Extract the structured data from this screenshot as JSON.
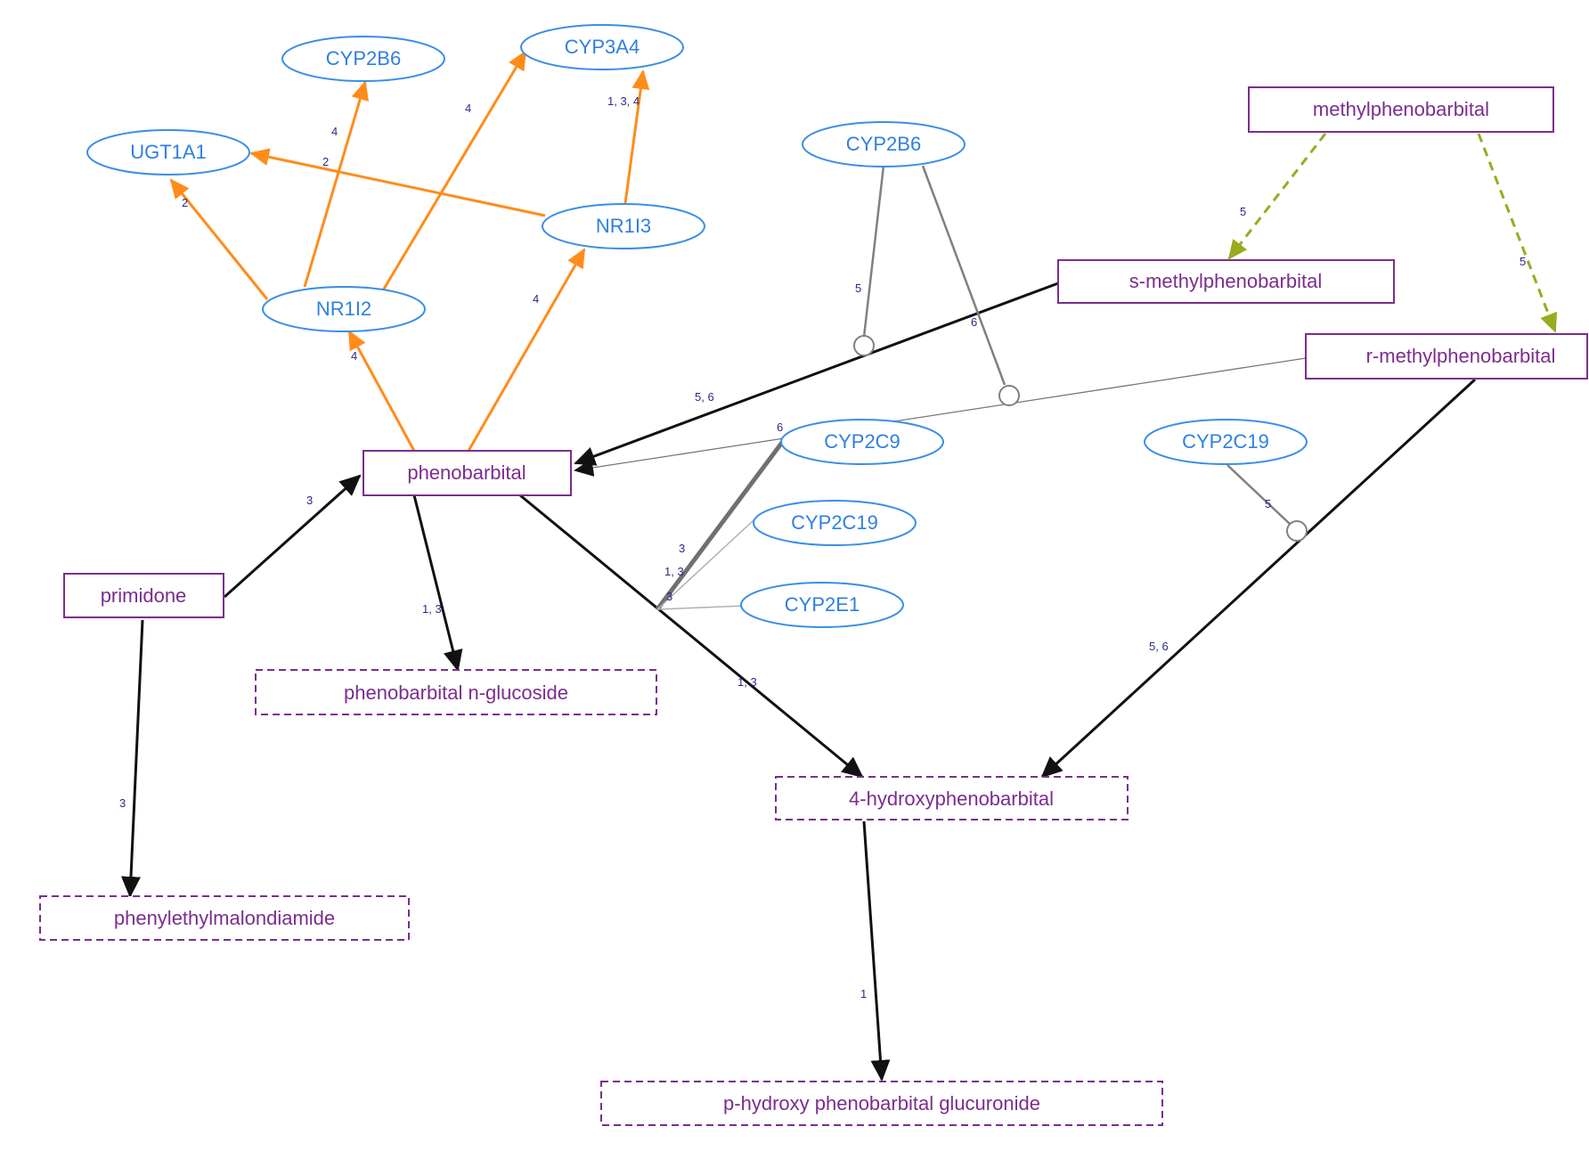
{
  "colors": {
    "gene_stroke": "#3a8ee6",
    "gene_text": "#2f80e0",
    "chem_stroke": "#7b2d8e",
    "chem_text": "#7b2d8e",
    "edge_black": "#111111",
    "edge_orange": "#ff8c1a",
    "edge_olive": "#9aab1f",
    "edge_gray": "#808080",
    "edge_lightgray": "#a8a8a8",
    "edge_label": "#2a2a8a"
  },
  "nodes": [
    {
      "id": "cyp2b6_top",
      "label": "CYP2B6",
      "kind": "gene"
    },
    {
      "id": "cyp3a4",
      "label": "CYP3A4",
      "kind": "gene"
    },
    {
      "id": "ugt1a1",
      "label": "UGT1A1",
      "kind": "gene"
    },
    {
      "id": "nr1i3",
      "label": "NR1I3",
      "kind": "gene"
    },
    {
      "id": "nr1i2",
      "label": "NR1I2",
      "kind": "gene"
    },
    {
      "id": "cyp2b6_mid",
      "label": "CYP2B6",
      "kind": "gene"
    },
    {
      "id": "cyp2c9",
      "label": "CYP2C9",
      "kind": "gene"
    },
    {
      "id": "cyp2c19_a",
      "label": "CYP2C19",
      "kind": "gene"
    },
    {
      "id": "cyp2e1",
      "label": "CYP2E1",
      "kind": "gene"
    },
    {
      "id": "cyp2c19_b",
      "label": "CYP2C19",
      "kind": "gene"
    },
    {
      "id": "methylphenobarbital",
      "label": "methylphenobarbital",
      "kind": "chem"
    },
    {
      "id": "s_methyl",
      "label": "s-methylphenobarbital",
      "kind": "chem"
    },
    {
      "id": "r_methyl",
      "label": "r-methylphenobarbital",
      "kind": "chem"
    },
    {
      "id": "phenobarbital",
      "label": "phenobarbital",
      "kind": "chem"
    },
    {
      "id": "primidone",
      "label": "primidone",
      "kind": "chem"
    },
    {
      "id": "pb_nglucoside",
      "label": "phenobarbital n-glucoside",
      "kind": "chem-dashed"
    },
    {
      "id": "hydroxy_pb",
      "label": "4-hydroxyphenobarbital",
      "kind": "chem-dashed"
    },
    {
      "id": "pemda",
      "label": "phenylethylmalondiamide",
      "kind": "chem-dashed"
    },
    {
      "id": "ph_pb_gluc",
      "label": "p-hydroxy phenobarbital glucuronide",
      "kind": "chem-dashed"
    }
  ],
  "edge_labels": [
    {
      "id": "l_nr1i2_cyp2b6",
      "text": "4"
    },
    {
      "id": "l_nr1i2_cyp3a4",
      "text": "4"
    },
    {
      "id": "l_nr1i3_cyp3a4",
      "text": "1, 3, 4"
    },
    {
      "id": "l_nr1i3_ugt1a1",
      "text": "2"
    },
    {
      "id": "l_nr1i2_ugt1a1",
      "text": "2"
    },
    {
      "id": "l_pb_nr1i2",
      "text": "4"
    },
    {
      "id": "l_pb_nr1i3",
      "text": "4"
    },
    {
      "id": "l_cyp2b6_s",
      "text": "5"
    },
    {
      "id": "l_cyp2b6_r",
      "text": "6"
    },
    {
      "id": "l_s_pb",
      "text": "5, 6"
    },
    {
      "id": "l_cyp2c9_r",
      "text": "6"
    },
    {
      "id": "l_mpb_s",
      "text": "5"
    },
    {
      "id": "l_mpb_r",
      "text": "5"
    },
    {
      "id": "l_prim_pb",
      "text": "3"
    },
    {
      "id": "l_pb_nglu",
      "text": "1, 3"
    },
    {
      "id": "l_cat_cyp2c9",
      "text": "3"
    },
    {
      "id": "l_cat_cyp2c19",
      "text": "1, 3"
    },
    {
      "id": "l_cat_cyp2e1",
      "text": "3"
    },
    {
      "id": "l_pb_hydroxy",
      "text": "1, 3"
    },
    {
      "id": "l_cyp2c19b",
      "text": "5"
    },
    {
      "id": "l_r_hydroxy",
      "text": "5, 6"
    },
    {
      "id": "l_prim_pemda",
      "text": "3"
    },
    {
      "id": "l_hydroxy_gluc",
      "text": "1"
    }
  ]
}
